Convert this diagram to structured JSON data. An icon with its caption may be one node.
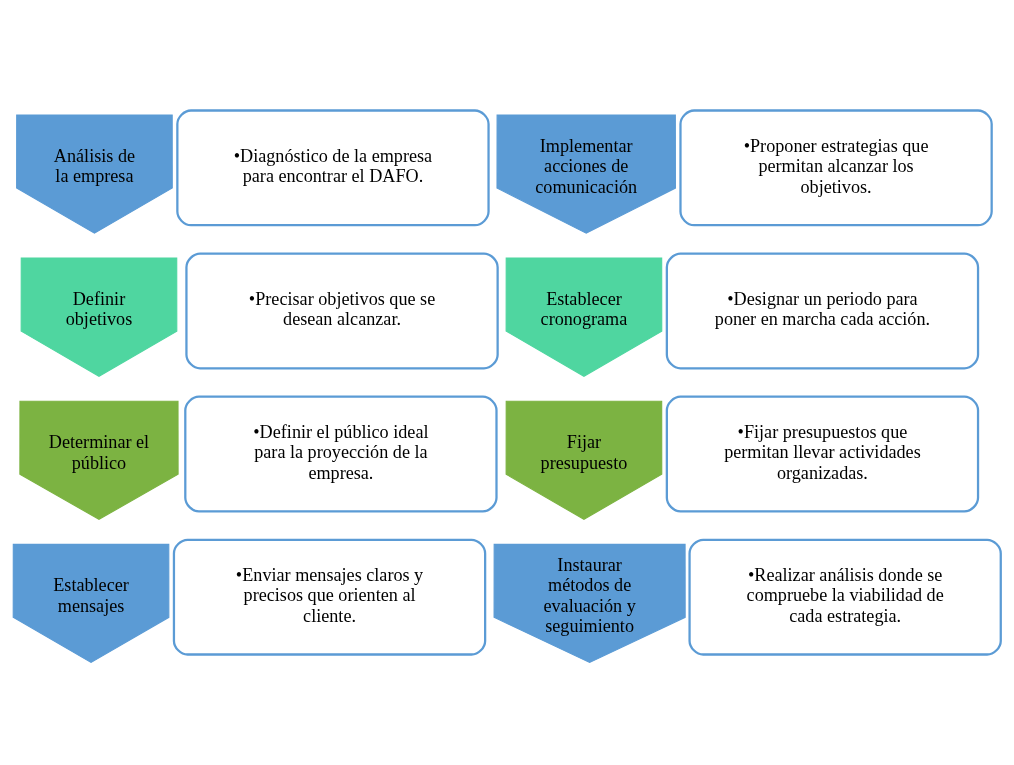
{
  "diagram": {
    "nodes": [
      {
        "text": [
          "Análisis de la empresa"
        ]
      },
      {
        "text": [
          "•Diagnóstico de la empresa para encontrar el DAFO."
        ]
      },
      {
        "text": [
          "Definir objetivos"
        ]
      },
      {
        "text": [
          "•Precisar objetivos que se desean alcanzar."
        ]
      },
      {
        "text": [
          "Determinar el público"
        ]
      },
      {
        "text": [
          "•Definir el público ideal para la proyección de la empresa."
        ]
      },
      {
        "text": [
          "Establecer mensajes"
        ]
      },
      {
        "text": [
          "•Enviar mensajes claros y precisos que orienten al cliente."
        ]
      },
      {
        "text": [
          "Implementar acciones de comunicación"
        ]
      },
      {
        "text": [
          "•Proponer estrategias que permitan alcanzar los objetivos."
        ]
      },
      {
        "text": [
          "Establecer cronograma"
        ]
      },
      {
        "text": [
          "•Designar un periodo para poner en marcha cada acción."
        ]
      },
      {
        "text": [
          "Fijar presupuesto"
        ]
      },
      {
        "text": [
          "•Fijar presupuestos que permitan llevar actividades organizadas."
        ]
      },
      {
        "text": [
          "Instaurar métodos de evaluación y seguimiento"
        ]
      },
      {
        "text": [
          "•Realizar análisis donde se compruebe la viabilidad de cada estrategia."
        ]
      }
    ],
    "edges": []
  }
}
